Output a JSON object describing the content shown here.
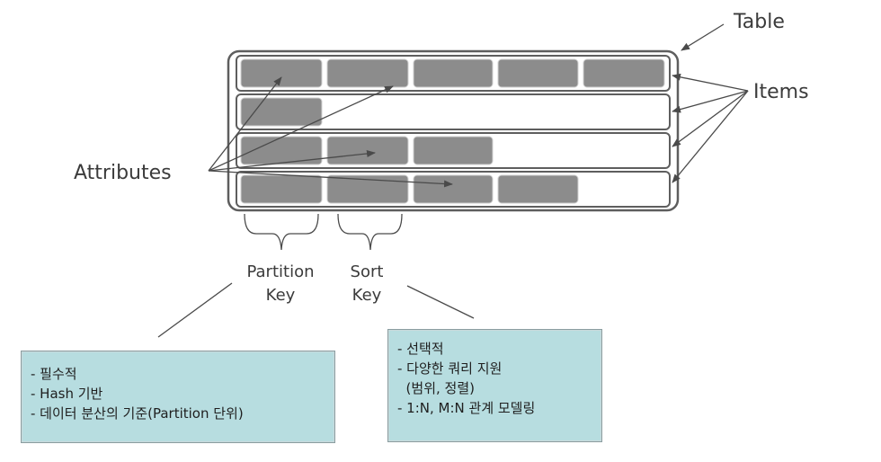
{
  "labels": {
    "table": "Table",
    "items": "Items",
    "attributes": "Attributes",
    "partition_key": [
      "Partition",
      "Key"
    ],
    "sort_key": [
      "Sort",
      "Key"
    ]
  },
  "notes": {
    "partition": [
      "- 필수적",
      "- Hash 기반",
      "- 데이터 분산의 기준(Partition 단위)"
    ],
    "sort": [
      "- 선택적",
      "- 다양한 쿼리 지원",
      "  (범위, 정렬)",
      "- 1:N, M:N 관계 모델링"
    ]
  },
  "table": {
    "rows": [
      5,
      1,
      3,
      4
    ]
  },
  "colors": {
    "cell": "#8c8c8c",
    "outline": "#5e5e5e",
    "note_fill": "#b7dde0",
    "text": "#3b3b3b"
  }
}
